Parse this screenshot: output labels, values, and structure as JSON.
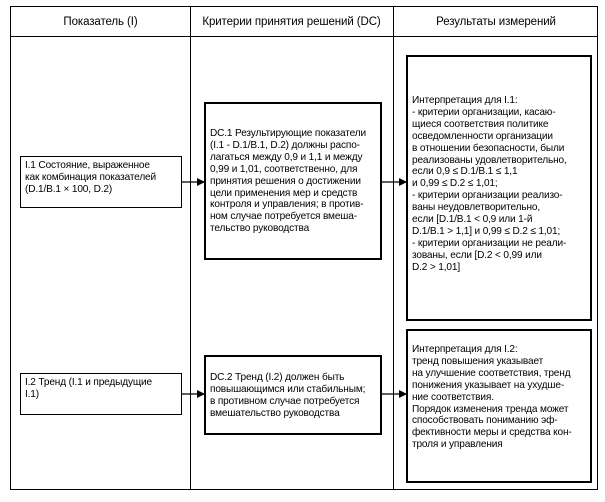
{
  "table": {
    "columns": [
      {
        "label": "Показатель (I)"
      },
      {
        "label": "Критерии принятия решений (DC)"
      },
      {
        "label": "Результаты измерений"
      }
    ]
  },
  "rows": [
    {
      "indicator": "I.1 Состояние, выраженное\nкак комбинация показателей\n(D.1/B.1 × 100, D.2)",
      "criterion": "DC.1 Результирующие показатели\n(I.1 - D.1/B.1, D.2) должны распо-\nлагаться между 0,9 и 1,1 и между\n0,99 и 1,01, соответственно, для\nпринятия решения о достижении\nцели применения мер и средств\nконтроля и управления; в против-\nном случае потребуется вмеша-\nтельство руководства",
      "result": "Интерпретация для I.1:\n- критерии организации, касаю-\nщиеся соответствия политике\nосведомленности организации\nв отношении безопасности, были\nреализованы удовлетворительно,\nесли 0,9 ≤ D.1/B.1 ≤ 1,1\nи 0,99 ≤ D.2 ≤ 1,01;\n- критерии организации реализо-\nваны неудовлетворительно,\nесли [D.1/B.1 < 0,9 или 1-й\nD.1/B.1 > 1,1] и 0,99 ≤ D.2 ≤ 1,01;\n- критерии организации не реали-\nзованы, если [D.2 < 0,99 или\nD.2 > 1,01]"
    },
    {
      "indicator": "I.2 Тренд (I.1 и предыдущие\nI.1)",
      "criterion": "DC.2 Тренд (I.2) должен быть\nповышающимся или стабильным;\nв противном случае потребуется\nвмешательство руководства",
      "result": "Интерпретация для I.2:\nтренд повышения указывает\nна улучшение соответствия, тренд\nпонижения указывает на ухудшe-\nние соответствия.\nПорядок изменения тренда может\nспособствовать пониманию эф-\nфективности меры и средства кон-\nтроля и управления"
    }
  ]
}
